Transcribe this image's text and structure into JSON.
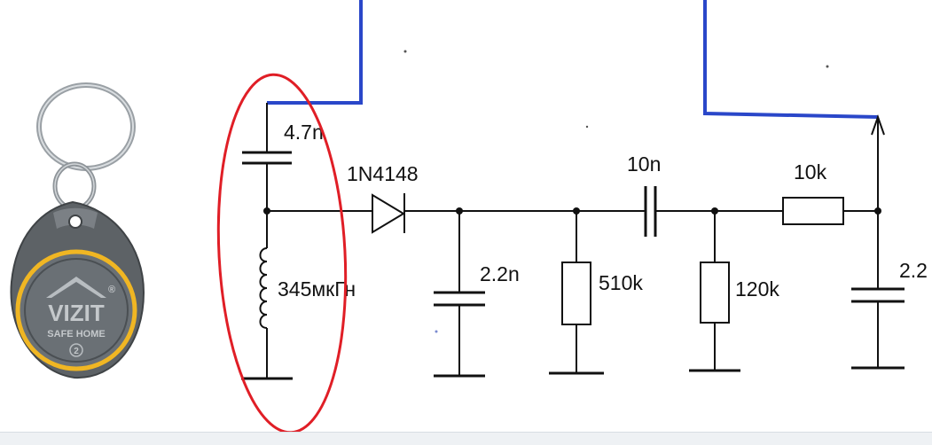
{
  "labels": {
    "c_input": "4.7n",
    "diode": "1N4148",
    "inductor": "345мкГн",
    "c_filter": "2.2n",
    "r_load": "510k",
    "c_coupling": "10n",
    "r_bias": "120k",
    "r_series": "10k",
    "c_output": "2.2"
  },
  "keyfob": {
    "brand": "VIZIT",
    "registered": "®",
    "subtitle": "SAFE HOME",
    "number": "2"
  },
  "colors": {
    "wire": "#111111",
    "antenna": "#2a47c9",
    "highlight": "#e01e26",
    "fob_body": "#5d6266",
    "fob_ring": "#f0b623"
  }
}
